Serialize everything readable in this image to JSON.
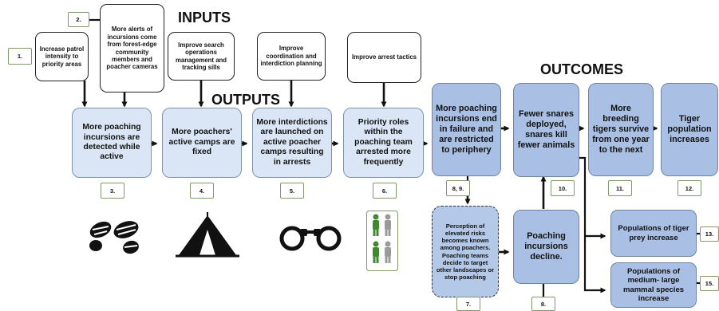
{
  "headings": {
    "inputs": "INPUTS",
    "outputs": "OUTPUTS",
    "outcomes": "OUTCOMES"
  },
  "inputs": [
    "Increase patrol intensity to priority areas",
    "More alerts of incursions come from forest-edge community members and poacher cameras",
    "Improve search operations management and tracking sills",
    "Improve coordination and interdiction planning",
    "Improve arrest tactics"
  ],
  "outputs": [
    "More poaching incursions are detected while active",
    "More poachers' active camps are fixed",
    "More interdictions are launched on active poacher camps resulting in arrests",
    "Priority roles within the poaching team arrested more frequently"
  ],
  "outcomes": {
    "failure": "More poaching incursions end in failure and are restricted to periphery",
    "snares": "Fewer snares deployed, snares kill fewer animals",
    "breeding": "More breeding tigers survive from one year to the next",
    "tiger": "Tiger population increases",
    "perception": "Perception of elevated risks becomes known among poachers. Poaching teams decide to target other landscapes or stop poaching",
    "decline": "Poaching incursions decline.",
    "prey": "Populations of tiger prey increase",
    "mammals": "Populations of medium- large mammal species increase"
  },
  "labels": {
    "n1": "1.",
    "n2": "2.",
    "n3": "3.",
    "n4": "4.",
    "n5": "5.",
    "n6": "6.",
    "n7": "7.",
    "n8": "8.",
    "n89": "8, 9.",
    "n10": "10.",
    "n11": "11.",
    "n12": "12.",
    "n13": "13.",
    "n15": "15."
  },
  "colors": {
    "output_fill": "#dae6f5",
    "outcome_fill": "#a9c0e4",
    "label_border": "#7e9a68",
    "person_green": "#3f8a2e",
    "person_grey": "#9a9a9a"
  },
  "icons": [
    "boot-print-icon",
    "tent-icon",
    "handcuffs-icon",
    "people-icon"
  ]
}
